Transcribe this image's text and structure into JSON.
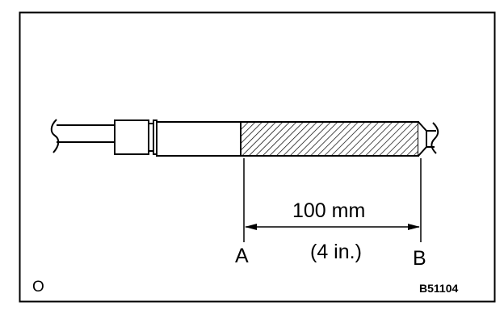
{
  "labels": {
    "dimension_metric": "100 mm",
    "dimension_imperial": "(4 in.)",
    "point_a": "A",
    "point_b": "B",
    "corner_mark": "O",
    "figure_code": "B51104"
  },
  "colors": {
    "line": "#000000",
    "background": "#ffffff"
  }
}
